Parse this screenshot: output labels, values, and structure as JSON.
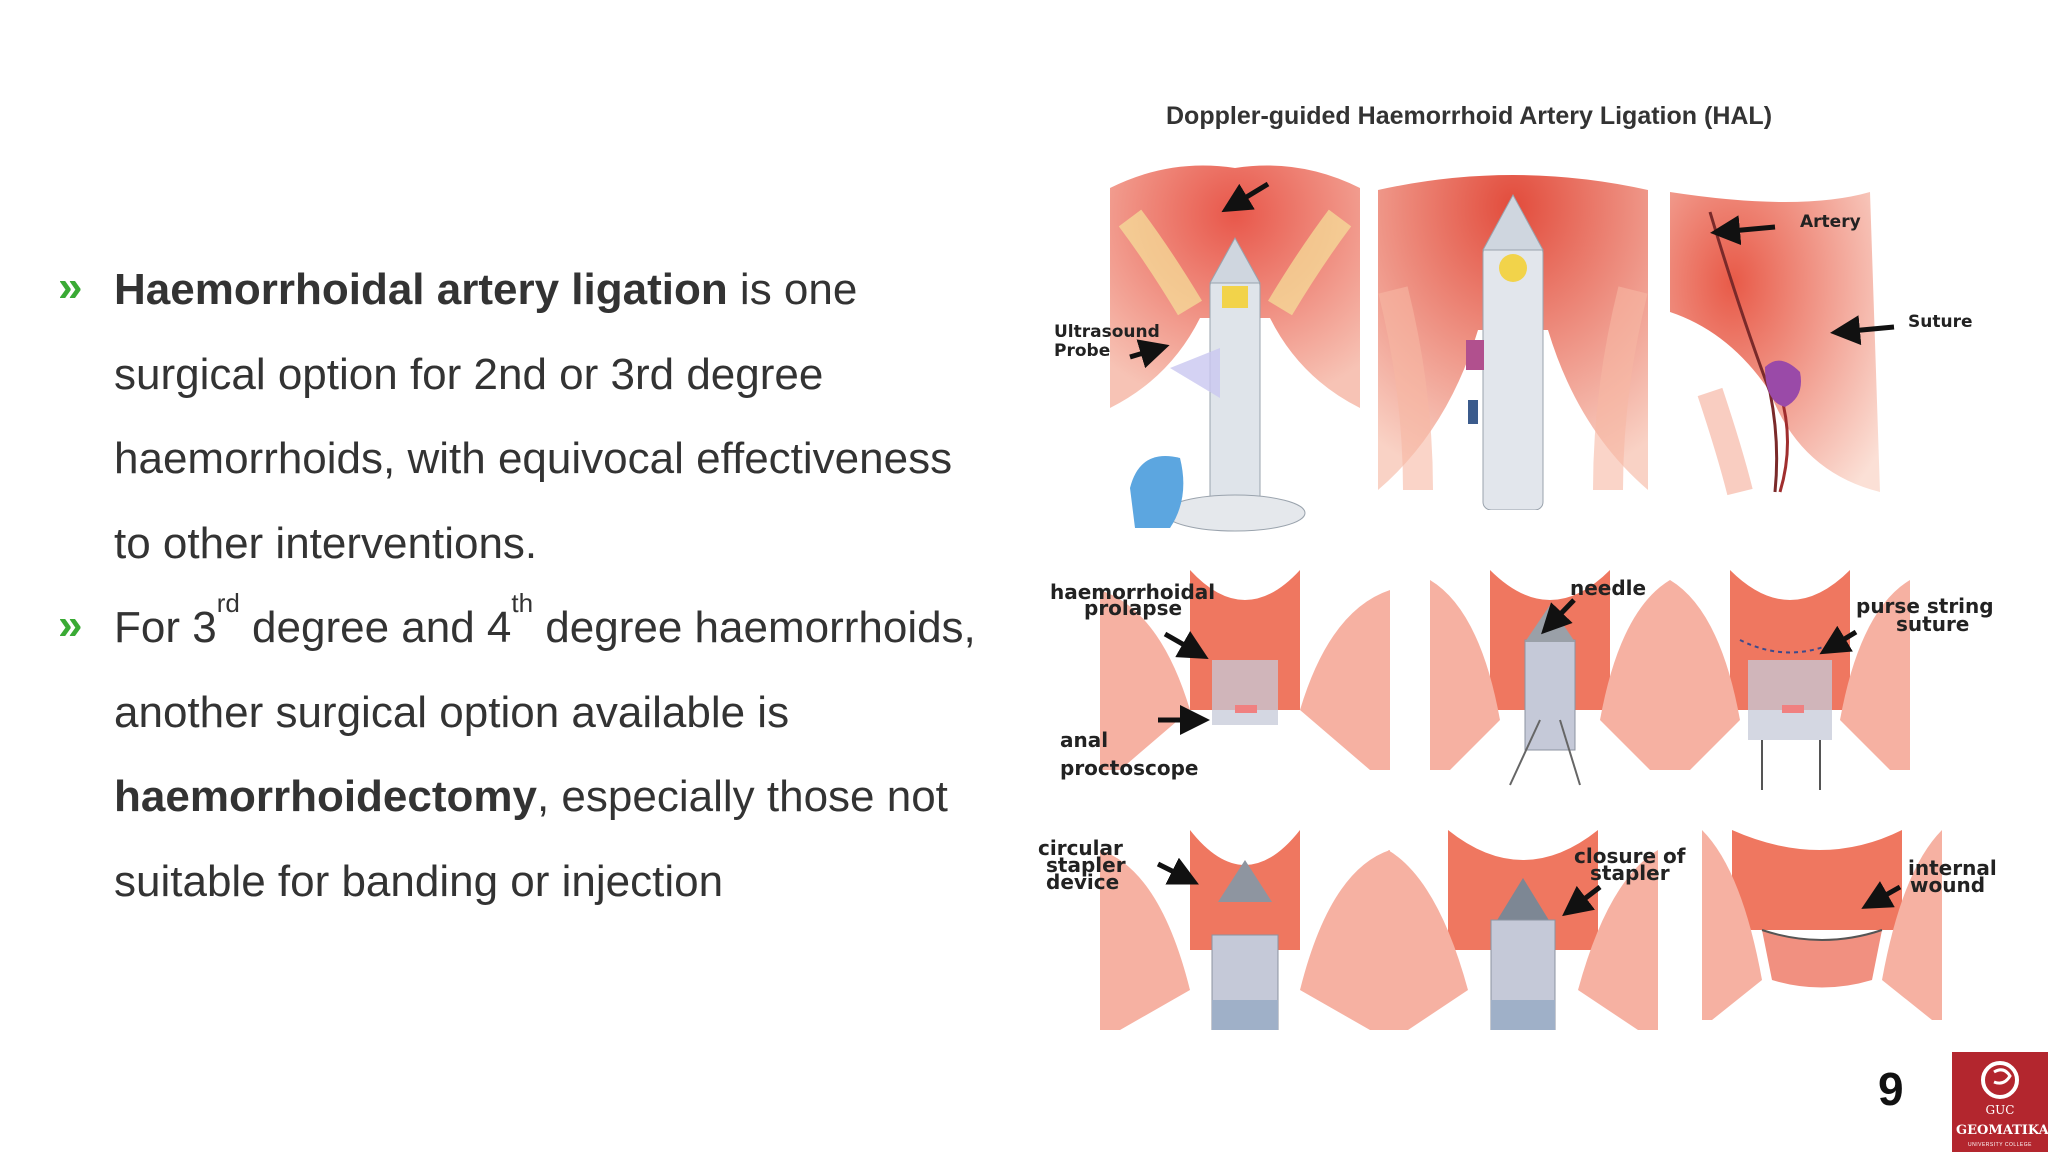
{
  "bullets": [
    {
      "bold": "Haemorrhoidal artery ligation",
      "text": " is one surgical option for 2nd or 3rd degree haemorrhoids, with equivocal effectiveness to other interventions."
    },
    {
      "pre": "For 3",
      "sup1": "rd",
      "mid": " degree and 4",
      "sup2": "th",
      "post": " degree haemorrhoids, another surgical option available is ",
      "bold": "haemorrhoidectomy",
      "end": ", especially those not suitable for banding or injection"
    }
  ],
  "bullet_marker": "»",
  "figure": {
    "title": "Doppler-guided Haemorrhoid Artery Ligation (HAL)",
    "labels": {
      "ultrasound_probe_1": "Ultrasound",
      "ultrasound_probe_2": "Probe",
      "artery": "Artery",
      "suture": "Suture",
      "haemorrhoidal": "haemorrhoidal",
      "prolapse": "prolapse",
      "anal": "anal",
      "proctoscope": "proctoscope",
      "needle": "needle",
      "purse_string": "purse string",
      "purse_suture": "suture",
      "circular": "circular",
      "stapler": "stapler",
      "device": "device",
      "closure_of": "closure of",
      "closure_stapler": "stapler",
      "internal": "internal",
      "wound": "wound"
    }
  },
  "page_number": "9",
  "logo": {
    "text": "GEOMATIKA",
    "sub": "UNIVERSITY COLLEGE",
    "mark": "GUC"
  },
  "colors": {
    "bullet": "#3aaa35",
    "text": "#333333",
    "logo": "#b3262e"
  }
}
